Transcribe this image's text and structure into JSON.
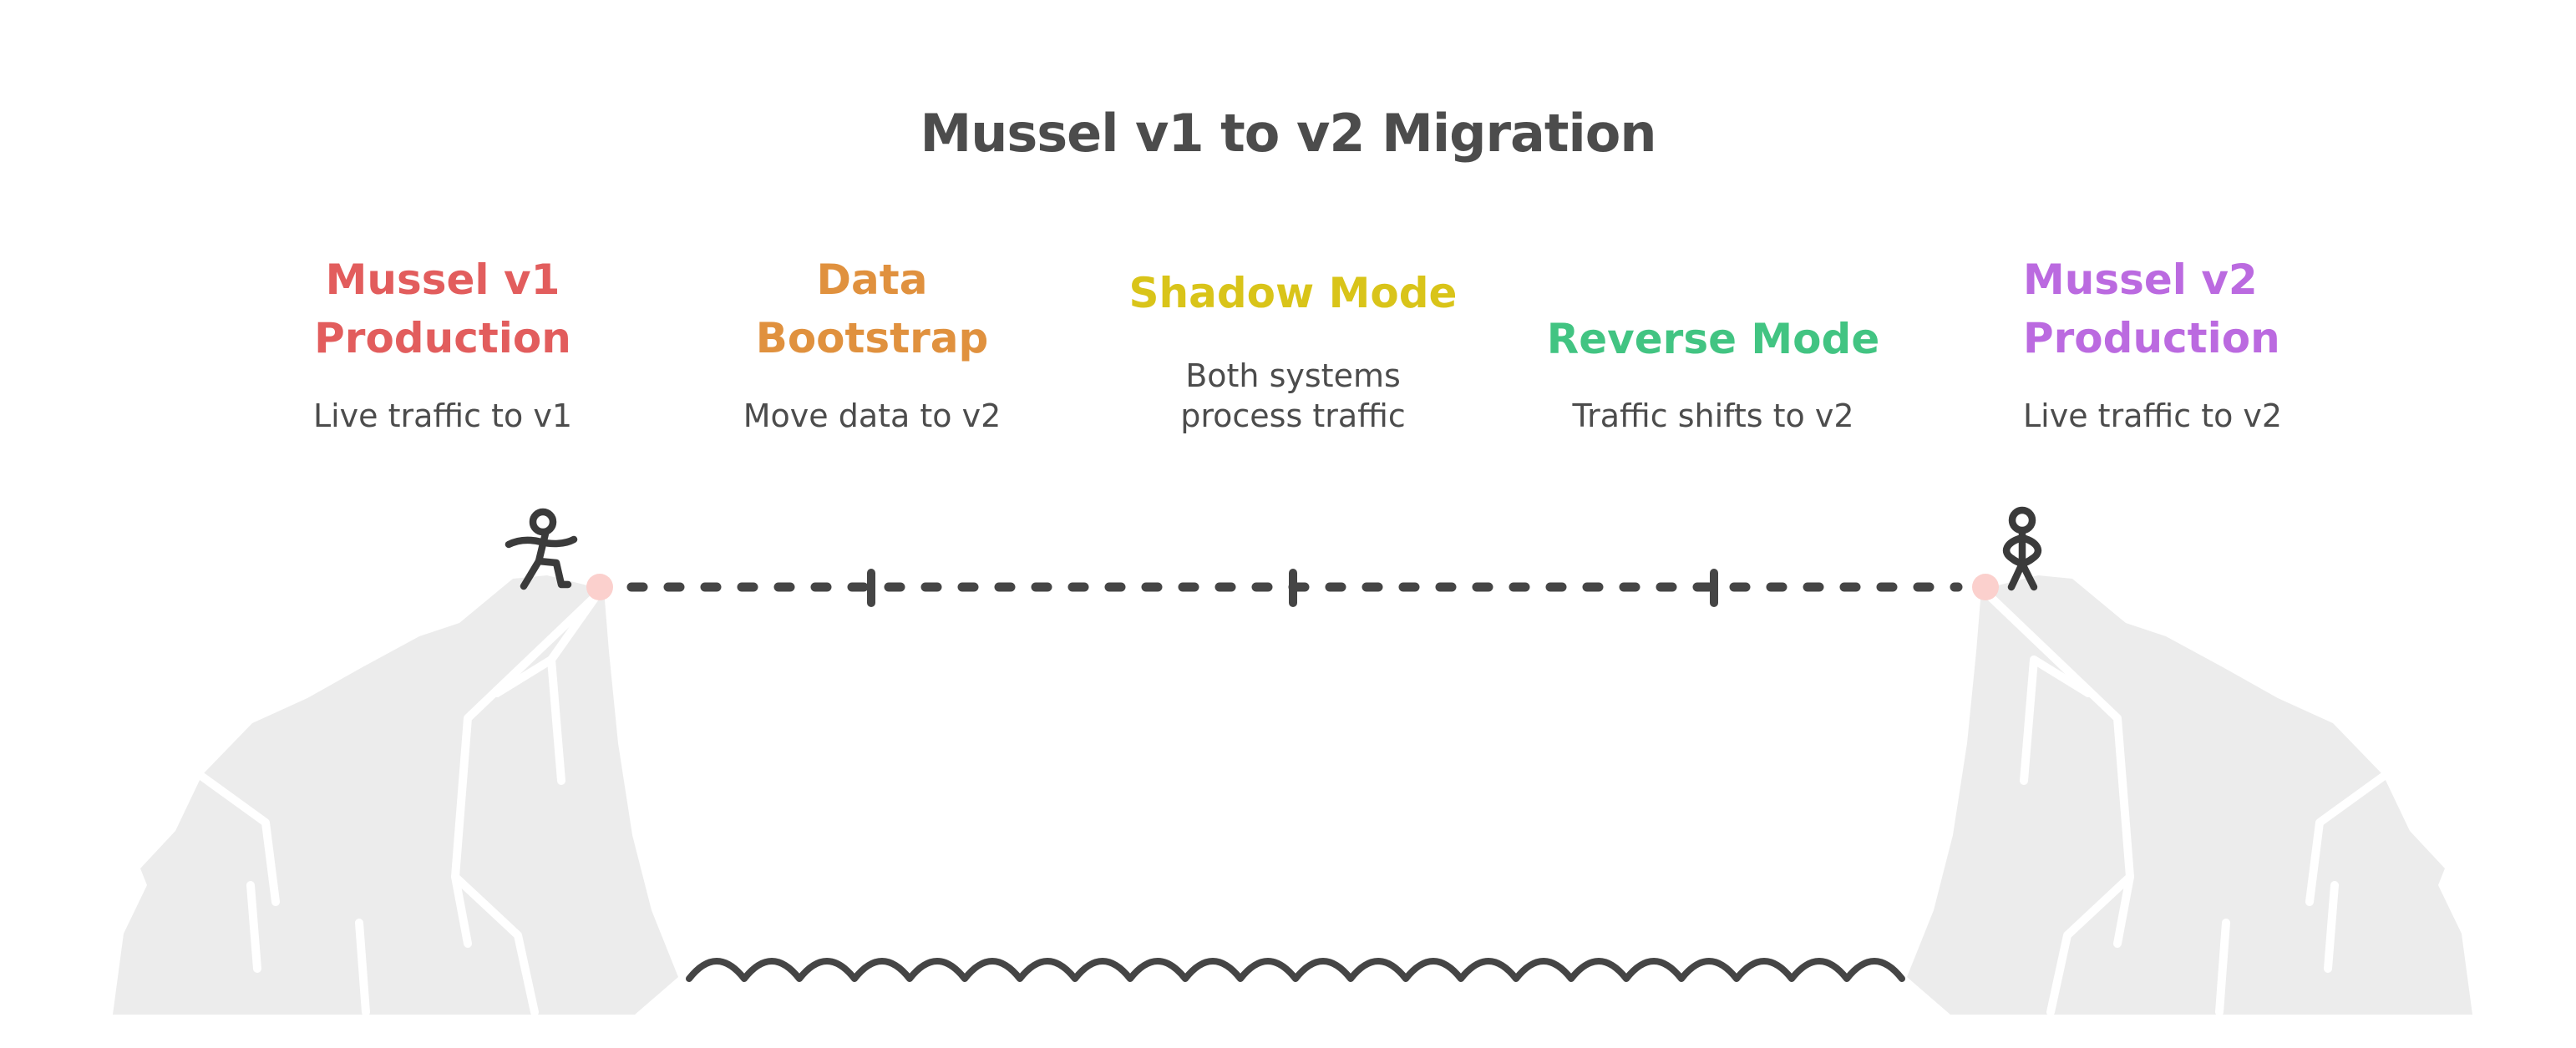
{
  "title": "Mussel v1 to v2 Migration",
  "phases": [
    {
      "title": "Mussel v1\nProduction",
      "description": "Live traffic to v1",
      "color": "#e25d5d"
    },
    {
      "title": "Data\nBootstrap",
      "description": "Move data to v2",
      "color": "#e0913e"
    },
    {
      "title": "Shadow Mode",
      "description": "Both systems\nprocess traffic",
      "color": "#d9c419"
    },
    {
      "title": "Reverse Mode",
      "description": "Traffic shifts to v2",
      "color": "#42c482"
    },
    {
      "title": "Mussel v2\nProduction",
      "description": "Live traffic to v2",
      "color": "#bb6ae0"
    }
  ],
  "colors": {
    "text_dark": "#4c4c4c",
    "rope_dark": "#454545",
    "figure_dark": "#3b3b3b",
    "cliff_gray": "#ececec",
    "anchor_pink": "#fbd0cd",
    "background": "#ffffff"
  },
  "icons": [
    "walking-stick-figure-icon",
    "standing-stick-figure-icon",
    "rope-anchor-dot",
    "phase-tick-mark",
    "cliff",
    "water-wave"
  ]
}
